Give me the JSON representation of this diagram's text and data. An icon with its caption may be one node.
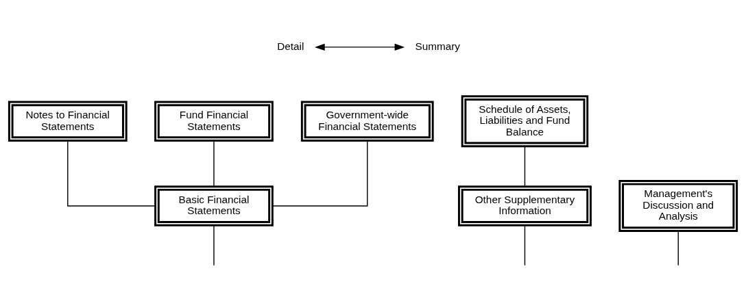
{
  "diagram": {
    "nodes": [
      {
        "text": [
          "Management's Discussion and Analysis"
        ]
      },
      {
        "text": [
          "Basic Financial Statements"
        ]
      },
      {
        "text": [
          "Other Supplementary Information"
        ]
      },
      {
        "text": [
          "Government-wide Financial Statements"
        ]
      },
      {
        "text": [
          "Fund Financial Statements"
        ]
      },
      {
        "text": [
          "Notes to Financial Statements"
        ]
      },
      {
        "text": [
          "Schedule of Assets, Liabilities and Fund Balance"
        ]
      }
    ],
    "edges": [
      {
        "from": null,
        "to": 0,
        "arrow": "none"
      },
      {
        "from": null,
        "to": 1,
        "arrow": "none"
      },
      {
        "from": null,
        "to": 2,
        "arrow": "none"
      },
      {
        "from": 1,
        "to": 3,
        "arrow": "none"
      },
      {
        "from": 1,
        "to": 4,
        "arrow": "none"
      },
      {
        "from": 1,
        "to": 5,
        "arrow": "none"
      },
      {
        "from": 2,
        "to": 6,
        "arrow": "none"
      }
    ],
    "labels": [
      "Summary",
      "Detail"
    ]
  }
}
